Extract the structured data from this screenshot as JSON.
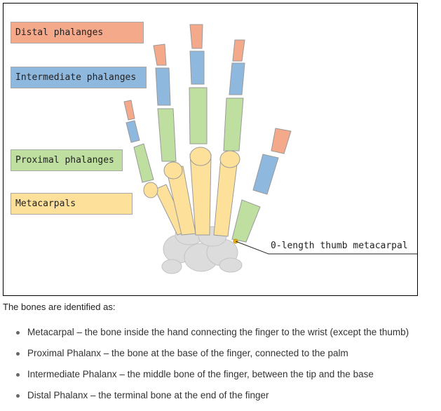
{
  "figure": {
    "labels": {
      "distal": "Distal phalanges",
      "intermediate": "Intermediate phalanges",
      "proximal": "Proximal phalanges",
      "metacarpals": "Metacarpals",
      "thumb": "0-length thumb metacarpal"
    },
    "colors": {
      "distal": "#f4a98b",
      "intermediate": "#8fb8df",
      "proximal": "#bedf9f",
      "metacarpal": "#fde19a",
      "wrist": "#d9d9d9"
    }
  },
  "text": {
    "intro": "The bones are identified as:",
    "items": [
      "Metacarpal – the bone inside the hand connecting the finger to the wrist (except the thumb)",
      "Proximal Phalanx – the bone at the base of the finger, connected to the palm",
      "Intermediate Phalanx – the middle bone of the finger, between the tip and the base",
      "Distal Phalanx – the terminal bone at the end of the finger"
    ]
  }
}
